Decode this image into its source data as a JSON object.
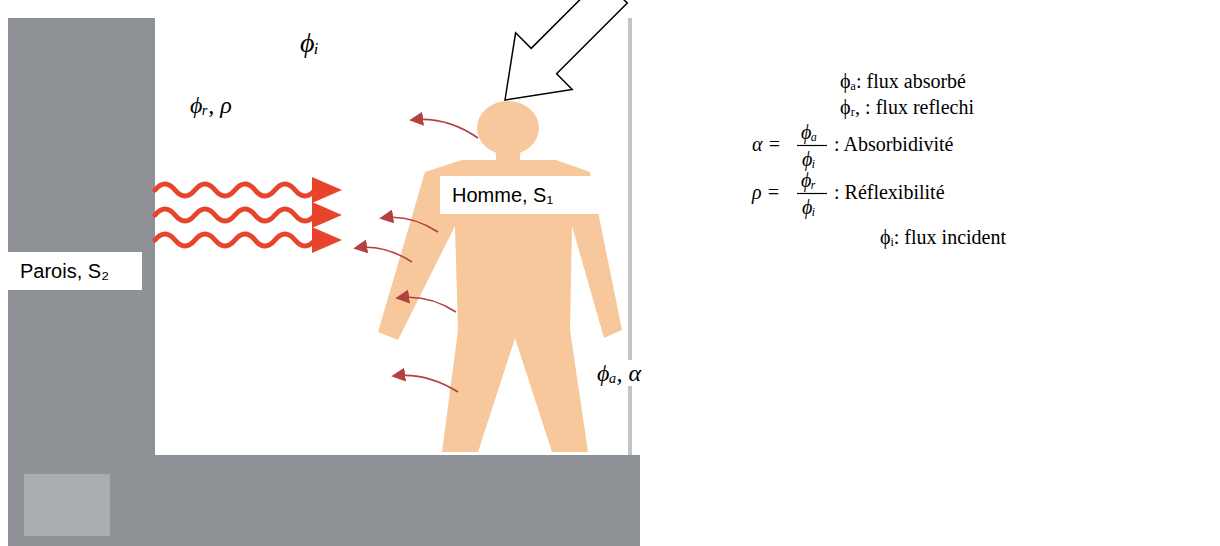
{
  "diagram": {
    "nodes": [
      {
        "text": [
          "Homme, S₁"
        ]
      },
      {
        "text": [
          "Parois, S₂"
        ]
      }
    ],
    "labels": [
      "ϕᵢ",
      "ϕᵣ, ρ",
      "ϕₐ, α",
      "ϕₐ: flux absorbé",
      "ϕᵣ, : flux reflechi",
      "α =",
      "ϕₐ",
      "ϕᵢ",
      ": Absorbidivité",
      "ρ =",
      "ϕᵣ",
      "ϕᵢ",
      ": Réflexibilité",
      "ϕᵢ: flux incident"
    ]
  }
}
